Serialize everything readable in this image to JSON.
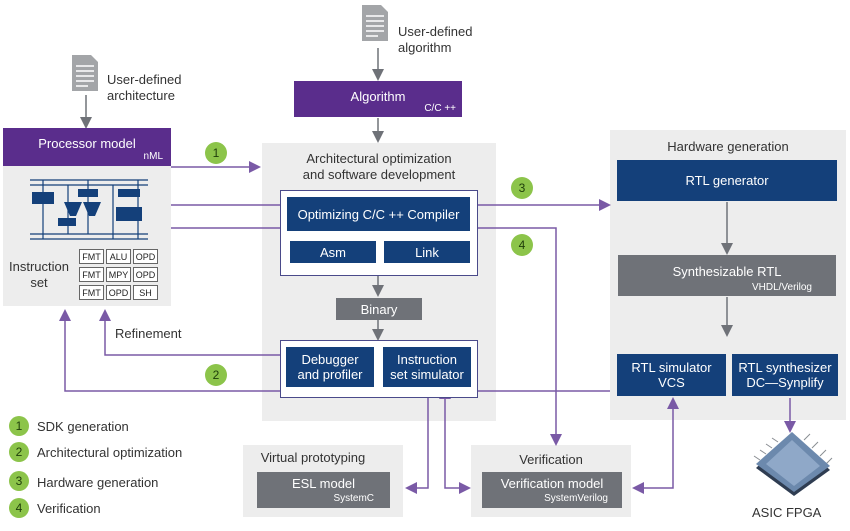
{
  "doc_icons": {
    "algorithm": {
      "label_line1": "User-defined",
      "label_line2": "algorithm"
    },
    "architecture": {
      "label_line1": "User-defined",
      "label_line2": "architecture"
    }
  },
  "algorithm_box": {
    "title": "Algorithm",
    "sub": "C/C ++"
  },
  "processor": {
    "title": "Processor model",
    "sub": "nML",
    "instruction_set_line1": "Instruction",
    "instruction_set_line2": "set",
    "table": [
      [
        "FMT",
        "ALU",
        "OPD"
      ],
      [
        "FMT",
        "MPY",
        "OPD"
      ],
      [
        "FMT",
        "OPD",
        "SH"
      ]
    ]
  },
  "arch_panel": {
    "title_line1": "Architectural optimization",
    "title_line2": "and software development",
    "compiler": "Optimizing C/C ++ Compiler",
    "asm": "Asm",
    "link": "Link",
    "binary": "Binary",
    "debugger_line1": "Debugger",
    "debugger_line2": "and profiler",
    "iss_line1": "Instruction",
    "iss_line2": "set simulator"
  },
  "refinement": "Refinement",
  "hw_panel": {
    "title": "Hardware generation",
    "rtl_generator": "RTL generator",
    "synth_rtl": "Synthesizable RTL",
    "synth_rtl_sub": "VHDL/Verilog",
    "rtl_sim_line1": "RTL simulator",
    "rtl_sim_line2": "VCS",
    "rtl_synth_line1": "RTL synthesizer",
    "rtl_synth_line2": "DC—Synplify"
  },
  "asic_label": "ASIC FPGA",
  "virtual_proto": {
    "title": "Virtual prototyping",
    "box": "ESL model",
    "sub": "SystemC"
  },
  "verification": {
    "title": "Verification",
    "box": "Verification model",
    "sub": "SystemVerilog"
  },
  "legend": [
    {
      "num": "1",
      "label": "SDK generation"
    },
    {
      "num": "2",
      "label": "Architectural optimization"
    },
    {
      "num": "3",
      "label": "Hardware generation"
    },
    {
      "num": "4",
      "label": "Verification"
    }
  ],
  "flow_badges": [
    "1",
    "2",
    "3",
    "4"
  ],
  "colors": {
    "purple": "#5a2d8c",
    "navy": "#14407a",
    "grey": "#6f7278",
    "badge_green": "#8cc44a",
    "panel": "#ededed"
  }
}
